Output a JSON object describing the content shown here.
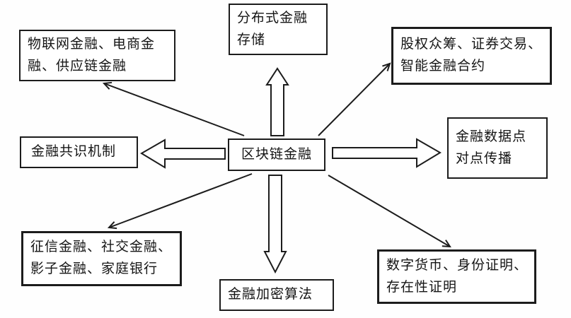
{
  "diagram": {
    "center": {
      "label": "区块链金融"
    },
    "nodes": {
      "top_left": {
        "label": "物联网金融、电商金\n融、供应链金融"
      },
      "top": {
        "label": "分布式金融\n存储"
      },
      "top_right": {
        "label": "股权众筹、证券交易、\n智能金融合约"
      },
      "left": {
        "label": "金融共识机制"
      },
      "right": {
        "label": "金融数据点\n对点传播"
      },
      "bottom_left": {
        "label": "征信金融、社交金融、\n影子金融、家庭银行"
      },
      "bottom": {
        "label": "金融加密算法"
      },
      "bottom_right": {
        "label": "数字货币、身份证明、\n存在性证明"
      }
    },
    "arrows": [
      "up-block-arrow",
      "down-block-arrow",
      "left-block-arrow",
      "right-block-arrow",
      "diagonal-arrow-to-top-left",
      "diagonal-arrow-to-top-right",
      "diagonal-arrow-to-bottom-left",
      "diagonal-arrow-to-bottom-right"
    ],
    "colors": {
      "border": "#1c1c1c",
      "text": "#151515",
      "background": "#ffffff"
    }
  }
}
